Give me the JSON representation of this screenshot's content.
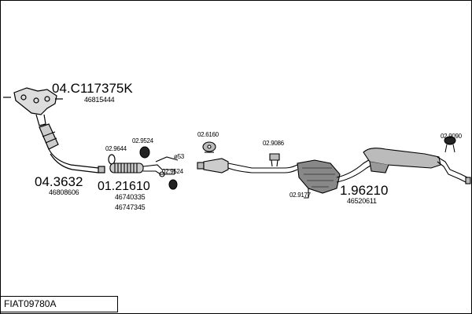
{
  "diagram": {
    "title": "FIAT09780A",
    "parts": [
      {
        "code": "04.C117375K",
        "oem": [
          "46815444"
        ]
      },
      {
        "code": "04.3632",
        "oem": [
          "46808606"
        ]
      },
      {
        "code": "02.9644",
        "oem": []
      },
      {
        "code": "02.9524",
        "oem": []
      },
      {
        "code": "02.9524",
        "oem": []
      },
      {
        "code": "01.21610",
        "oem": [
          "46740335",
          "46747345"
        ]
      },
      {
        "code": "02.6160",
        "oem": []
      },
      {
        "code": "ø53",
        "oem": []
      },
      {
        "code": "02.9086",
        "oem": []
      },
      {
        "code": "02.9177",
        "oem": []
      },
      {
        "code": "1.96210",
        "oem": [
          "46520611"
        ]
      },
      {
        "code": "02.9090",
        "oem": []
      }
    ]
  }
}
